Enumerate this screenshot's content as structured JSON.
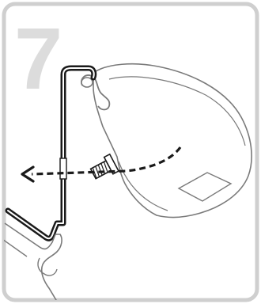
{
  "step": {
    "number": "7"
  },
  "colors": {
    "panel_bg": "#ffffff",
    "panel_border": "#cfcfcf",
    "step_number": "#dcdcdc",
    "line": "#1a1a1a",
    "outline": "#7a7a7a"
  },
  "icons": {
    "arrow": "dashed-arrow-left",
    "part": "screw"
  }
}
